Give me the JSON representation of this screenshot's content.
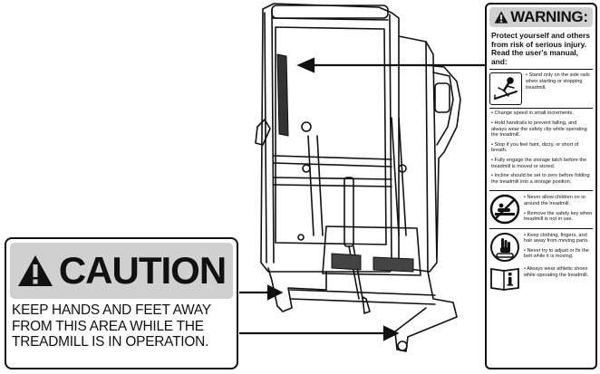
{
  "caution": {
    "title": "CAUTION",
    "message_lines": [
      "KEEP HANDS AND FEET AWAY",
      "FROM THIS AREA WHILE THE",
      "TREADMILL IS IN OPERATION."
    ]
  },
  "warning": {
    "title": "WARNING:",
    "intro": "Protect yourself and others from risk of serious injury. Read the user's manual, and:",
    "side_rail_rule": "• Stand only on the side rails when starting or stopping treadmill.",
    "rules": [
      "• Change speed in small increments.",
      "• Hold handrails to prevent falling, and always wear the safety clip while operating the treadmill.",
      "• Stop if you feel faint, dizzy, or short of breath.",
      "• Fully engage the storage latch before the treadmill is moved or stored.",
      "• Incline should be set to zero before folding the treadmill into a storage position."
    ],
    "children_rules": [
      "• Never allow children on or around the treadmill.",
      "• Remove the safety key when treadmill is not in use."
    ],
    "moving_parts_rules": [
      "• Keep clothing, fingers, and hair away from moving parts.",
      "• Never try to adjust or fix the belt while it is moving."
    ],
    "manual_rule": "• Always wear athletic shoes while operating the treadmill."
  },
  "icons": [
    "alert-triangle-icon",
    "person-on-side-rails-icon",
    "no-children-icon",
    "hand-moving-parts-icon",
    "manual-info-icon"
  ],
  "colors": {
    "label_header_gray": "#d0d0d0",
    "line_art": "#111111"
  }
}
